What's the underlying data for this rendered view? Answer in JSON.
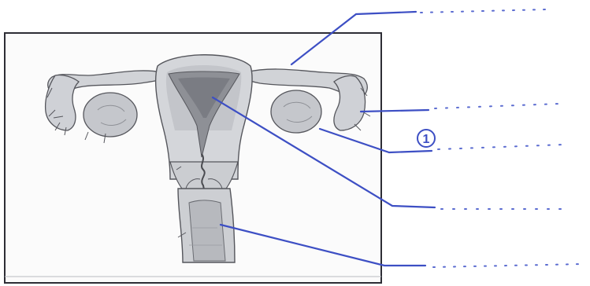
{
  "annotation": {
    "marker_text": "1"
  },
  "colors": {
    "paper": "#ffffff",
    "frame": "#2d2d35",
    "organ_fill": "#c9cbcf",
    "organ_dark": "#8e9096",
    "organ_outline": "#55565c",
    "pen_blue": "#3d4fc4",
    "pen_dots": "#5a6bd0"
  },
  "labels": [
    {
      "id": "label-1",
      "answer_text": ""
    },
    {
      "id": "label-2",
      "answer_text": ""
    },
    {
      "id": "label-3",
      "answer_text": ""
    },
    {
      "id": "label-4",
      "answer_text": ""
    },
    {
      "id": "label-5",
      "answer_text": ""
    }
  ]
}
